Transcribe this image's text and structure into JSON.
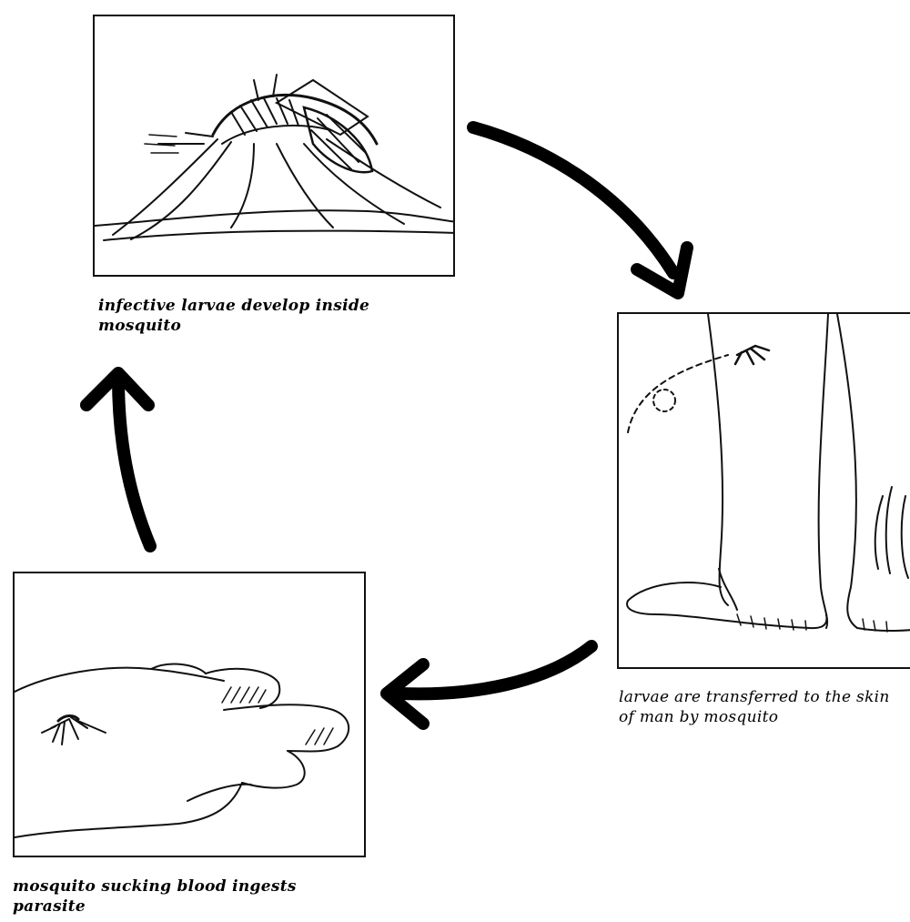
{
  "stages": [
    {
      "caption": "infective larvae develop inside mosquito"
    },
    {
      "caption": "larvae are transferred to the skin of man by mosquito"
    },
    {
      "caption": "mosquito sucking blood ingests parasite"
    }
  ],
  "colors": {
    "ink": "#000000",
    "paper": "#ffffff"
  },
  "icons": [
    "mosquito-icon",
    "legs-icon",
    "hand-icon",
    "cycle-arrow-icon"
  ]
}
